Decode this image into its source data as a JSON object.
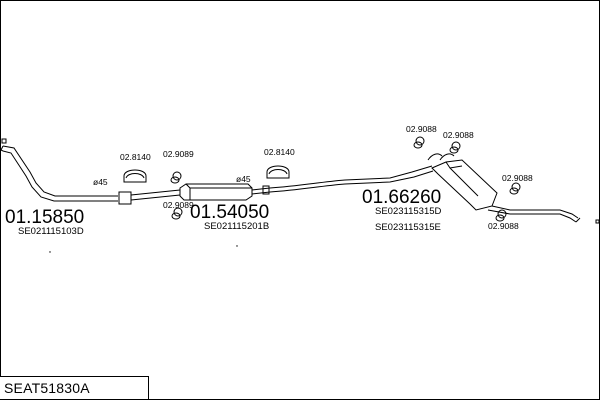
{
  "diagram": {
    "title": "SEAT51830A",
    "sections": [
      {
        "part_number": "01.15850",
        "oe_number": "SE021115103D"
      },
      {
        "part_number": "01.54050",
        "oe_number": "SE021115201B"
      },
      {
        "part_number": "01.66260",
        "oe_numbers": [
          "SE023115315D",
          "SE023115315E"
        ]
      }
    ],
    "accessories": {
      "clamp_1": "02.8140",
      "rubber_1": "02.9089",
      "rubber_2": "02.9089",
      "clamp_2": "02.8140",
      "rubber_3": "02.9088",
      "rubber_4": "02.9088",
      "rubber_5": "02.9088",
      "rubber_6": "02.9088"
    },
    "diameters": {
      "d1": "45",
      "d2": "45"
    },
    "diameter_symbol": "ø"
  }
}
